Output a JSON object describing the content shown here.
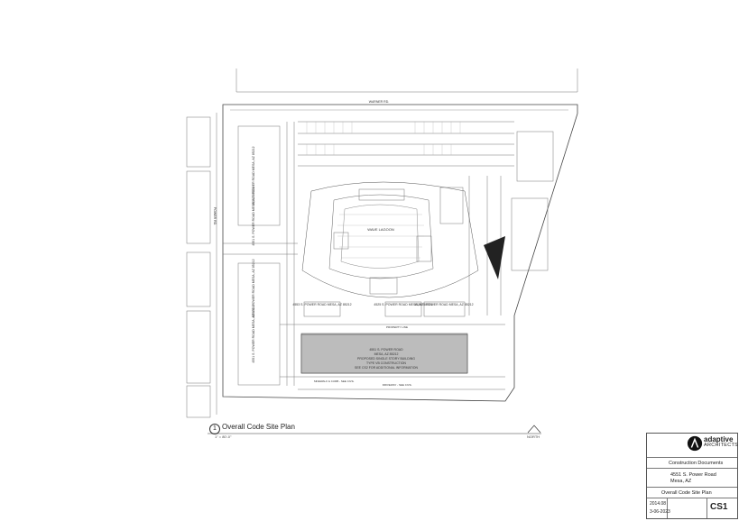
{
  "drawing": {
    "streets": {
      "north": "WARNER RD.",
      "west": "POWER RD."
    },
    "lagoon_label": "WAVE LAGOON",
    "building_labels": [
      "4551 S. POWER ROAD\nMESA, AZ 85212",
      "4551 S. POWER ROAD\nMESA, AZ 85212",
      "4551 S. POWER ROAD\nMESA, AZ 85212",
      "4551 S. POWER ROAD\nMESA, AZ 85212",
      "4553 S. POWER ROAD\nMESA, AZ 85212",
      "4525 S. POWER ROAD\nMESA, AZ 85212",
      "4529 S. POWER ROAD\nMESA, AZ 85212"
    ],
    "main_building_note": [
      "4551 S. POWER ROAD",
      "MESA, AZ 85212",
      "PROPOSED SINGLE STORY BUILDING",
      "TYPE VB CONSTRUCTION",
      "SEE CS2 FOR ADDITIONAL INFORMATION"
    ],
    "notes": {
      "property_line": "PROPERTY LINE",
      "sidewalk_curb": "SIDEWALK & CURB - SEE CIVIL",
      "driveway": "DRIVEWAY - SEE CIVIL"
    }
  },
  "view": {
    "number": "1",
    "title": "Overall Code Site Plan",
    "scale": "1\" = 80'-0\"",
    "north": "NORTH"
  },
  "title_block": {
    "firm_name": "adaptive",
    "firm_sub": "ARCHITECTS",
    "document_type": "Construction Documents",
    "address_line1": "4551 S. Power Road",
    "address_line2": "Mesa, AZ",
    "sheet_title": "Overall Code Site Plan",
    "job_number": "2014.08",
    "issue_date": "3-06-2023",
    "sheet_number": "CS1"
  }
}
